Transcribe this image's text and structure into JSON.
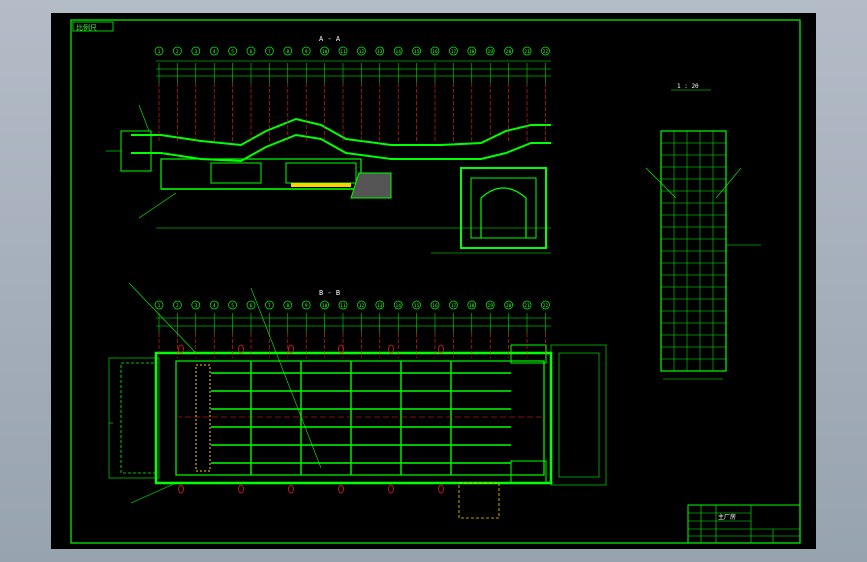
{
  "drawing": {
    "colors": {
      "background": "#000000",
      "primary": "#00ff00",
      "accent": "#ff2020",
      "text": "#ffffff",
      "hatch": "#ffd000"
    },
    "corner_tag": "比例尺",
    "sections": [
      {
        "id": "section-a",
        "label": "A - A"
      },
      {
        "id": "section-b",
        "label": "B - B"
      }
    ],
    "detail": {
      "label": "1 : 20"
    },
    "axis_numbers": [
      "1",
      "2",
      "3",
      "4",
      "5",
      "6",
      "7",
      "8",
      "9",
      "10",
      "11",
      "12",
      "13",
      "14",
      "15",
      "16",
      "17",
      "18",
      "19",
      "20",
      "21",
      "22"
    ],
    "title_block": {
      "label": "主厂房"
    }
  }
}
